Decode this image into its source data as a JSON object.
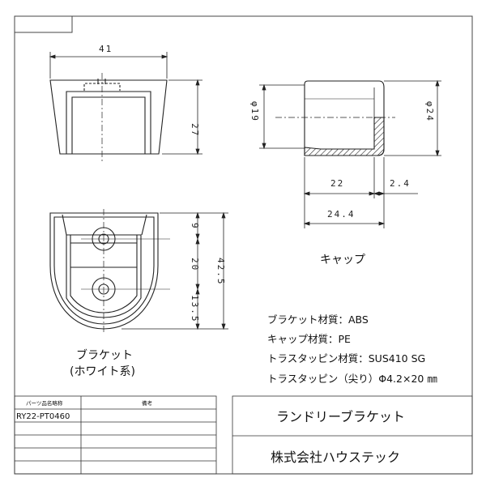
{
  "bracket": {
    "dim_width": "41",
    "dim_height": "27",
    "dim_top": "9",
    "dim_mid": "20",
    "dim_bottom": "13.5",
    "dim_total": "42.5",
    "caption_line1": "ブラケット",
    "caption_line2": "(ホワイト系)"
  },
  "cap": {
    "dim_inner_dia": "φ19",
    "dim_outer_dia": "φ24",
    "dim_length": "22",
    "dim_thickness": "2.4",
    "dim_total_length": "24.4",
    "caption": "キャップ"
  },
  "specs": [
    "ブラケット材質：ABS",
    "キャップ材質：PE",
    "トラスタッピン材質：SUS410 SG",
    "トラスタッピン（尖り）Φ4.2×20 ㎜"
  ],
  "title_block": {
    "col_part_label": "パーツ品名略称",
    "col_note_label": "備考",
    "part_code": "RY22-PT0460",
    "product_name": "ランドリーブラケット",
    "company": "株式会社ハウステック"
  }
}
